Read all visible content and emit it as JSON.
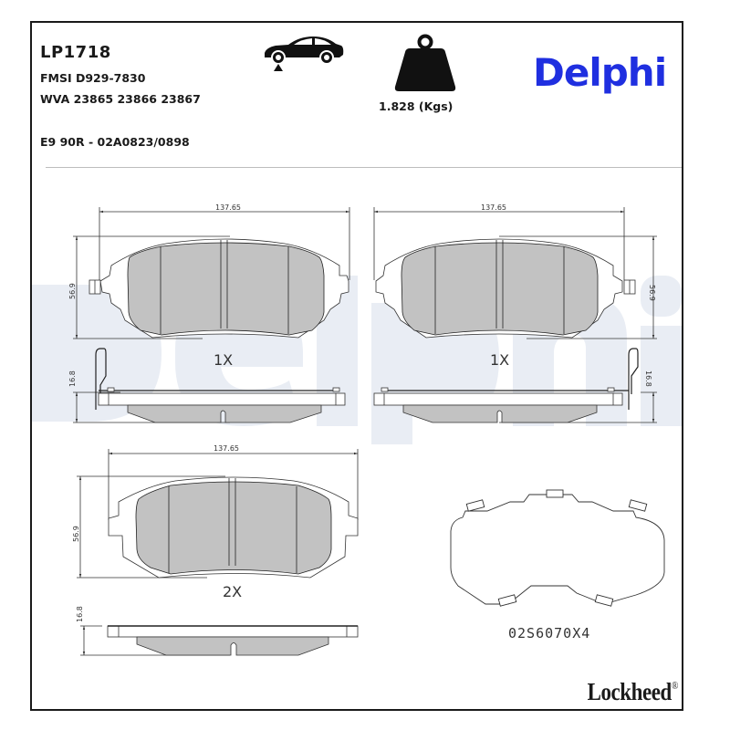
{
  "product": {
    "code": "LP1718",
    "fmsi": "FMSI D929-7830",
    "wva": "WVA 23865 23866 23867",
    "ece": "E9 90R - 02A0823/0898",
    "weight": "1.828 (Kgs)",
    "axle_icon": "car-front-axle-icon",
    "weight_icon": "weight-icon"
  },
  "branding": {
    "brand": "Delphi",
    "brand_color": "#1f2fe0",
    "watermark": "Delphi",
    "watermark_color": "#e9edf4",
    "sub_brand": "Lockheed",
    "registered": "®"
  },
  "drawings": {
    "pad_fill": "#c2c2c2",
    "top_left": {
      "width_dim": "137.65",
      "height_dim": "56.9",
      "thickness_dim": "16.8",
      "quantity": "1X"
    },
    "top_right": {
      "width_dim": "137.65",
      "height_dim": "56.9",
      "thickness_dim": "16.8",
      "quantity": "1X"
    },
    "bottom_left": {
      "width_dim": "137.65",
      "height_dim": "56.9",
      "thickness_dim": "16.8",
      "quantity": "2X"
    },
    "clip": {
      "code": "02S6070X4"
    }
  }
}
